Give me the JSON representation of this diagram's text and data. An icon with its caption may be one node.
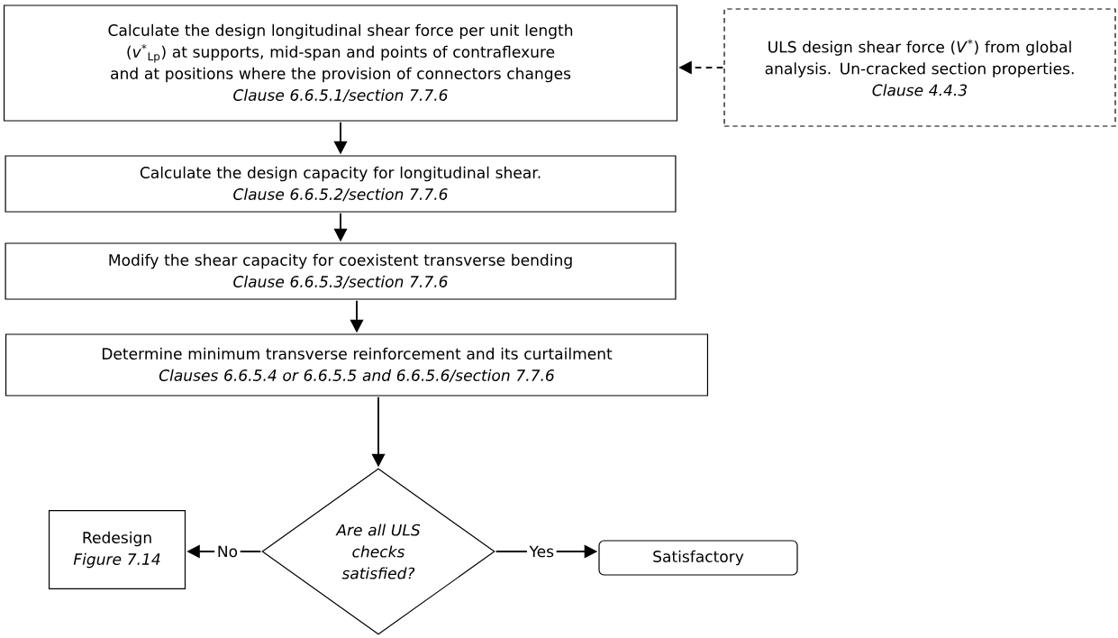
{
  "diagram": {
    "nodes": [
      {
        "text": [
          "Calculate the design longitudinal shear force per unit length (*v*$^{*}$$_{Lp}$) at supports, mid-span and points of contraflexure and at positions where the provision of connectors changes",
          "Clause 6.6.5.1/section 7.7.6"
        ]
      },
      {
        "text": [
          "ULS design shear force (*V*$^{*}$) from global analysis. Un-cracked section properties.",
          "Clause 4.4.3"
        ]
      },
      {
        "text": [
          "Calculate the design capacity for longitudinal shear.",
          "Clause 6.6.5.2/section 7.7.6"
        ]
      },
      {
        "text": [
          "Modify the shear capacity for coexistent transverse bending",
          "Clause 6.6.5.3/section 7.7.6"
        ]
      },
      {
        "text": [
          "Determine minimum transverse reinforcement and its curtailment",
          "Clauses 6.6.5.4 or 6.6.5.5 and 6.6.5.6/section 7.7.6"
        ]
      },
      {
        "text": [
          "Are all ULS checks satisfied?"
        ]
      },
      {
        "text": [
          "Redesign",
          "Figure 7.14"
        ]
      },
      {
        "text": [
          "Satisfactory"
        ]
      }
    ],
    "edges": [
      {
        "from": 1,
        "to": 0,
        "arrow": "to",
        "style": "dashed"
      },
      {
        "from": 0,
        "to": 2,
        "arrow": "to"
      },
      {
        "from": 2,
        "to": 3,
        "arrow": "to"
      },
      {
        "from": 3,
        "to": 4,
        "arrow": "to"
      },
      {
        "from": 4,
        "to": 5,
        "arrow": "to"
      },
      {
        "from": 5,
        "to": 6,
        "arrow": "to",
        "label": "No"
      },
      {
        "from": 5,
        "to": 7,
        "arrow": "to",
        "label": "Yes"
      }
    ]
  }
}
